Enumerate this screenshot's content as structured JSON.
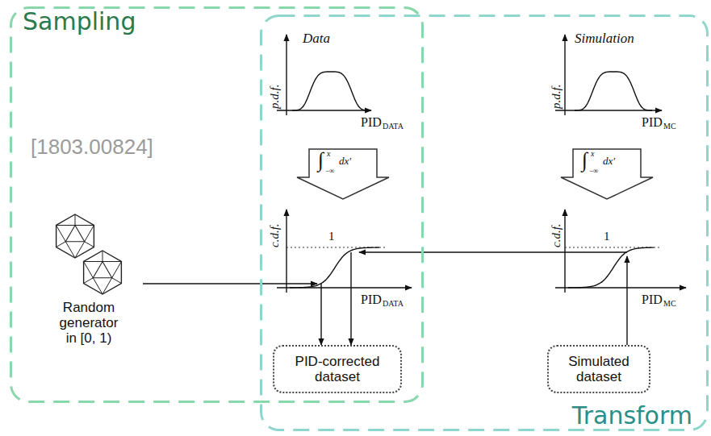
{
  "diagram": {
    "nodes": [
      {
        "text": [
          "Sampling"
        ]
      },
      {
        "text": [
          "Transform"
        ]
      },
      {
        "text": [
          "Data",
          "p.d.f.",
          "PID",
          "DATA"
        ]
      },
      {
        "text": [
          "c.d.f.",
          "1",
          "PID",
          "DATA"
        ]
      },
      {
        "text": [
          "Simulation",
          "p.d.f.",
          "PID",
          "MC"
        ],
        "in": 1
      },
      {
        "text": [
          "c.d.f.",
          "1",
          "PID",
          "MC"
        ],
        "in": 1
      },
      {
        "text": [
          "Random generator in [0, 1)"
        ],
        "in": 0
      },
      {
        "text": [
          "PID-corrected dataset"
        ]
      },
      {
        "text": [
          "Simulated dataset"
        ],
        "in": 1
      }
    ],
    "edges": [
      {
        "from": 2,
        "to": 3,
        "label": "dx′",
        "arrow": "to"
      },
      {
        "from": 4,
        "to": 5,
        "label": "dx′",
        "arrow": "to"
      },
      {
        "from": 6,
        "to": 3,
        "arrow": "to"
      },
      {
        "from": 3,
        "to": 7,
        "arrow": "to"
      },
      {
        "from": 3,
        "to": 7,
        "arrow": "to"
      },
      {
        "from": 8,
        "to": 5,
        "arrow": "to"
      },
      {
        "from": 5,
        "to": 3,
        "arrow": "to"
      }
    ],
    "labels": [
      "[1803.00824]",
      "∫",
      "x",
      "−∞",
      "∫",
      "x",
      "−∞"
    ]
  }
}
